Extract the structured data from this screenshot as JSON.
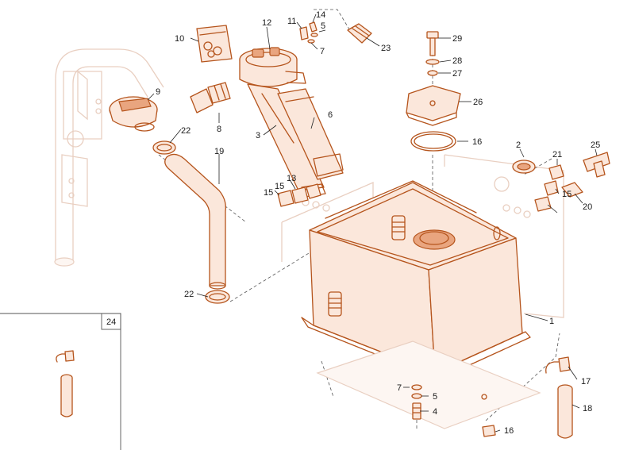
{
  "diagram": {
    "type": "exploded-parts-diagram",
    "line_color": "#b5541c",
    "shade_color": "#fbe7db",
    "ghost_color": "#e9cfc1",
    "inset": {
      "label": "24"
    },
    "callouts": {
      "c1": "1",
      "c2": "2",
      "c3": "3",
      "c4": "4",
      "c5a": "5",
      "c5b": "5",
      "c6": "6",
      "c7a": "7",
      "c7b": "7",
      "c8": "8",
      "c9": "9",
      "c10": "10",
      "c11": "11",
      "c12": "12",
      "c13": "13",
      "c14": "14",
      "c15a": "15",
      "c15b": "15",
      "c15c": "15",
      "c16a": "16",
      "c16b": "16",
      "c17": "17",
      "c18": "18",
      "c19": "19",
      "c20": "20",
      "c21": "21",
      "c22a": "22",
      "c22b": "22",
      "c23": "23",
      "c25": "25",
      "c26": "26",
      "c27": "27",
      "c28": "28",
      "c29": "29"
    }
  }
}
